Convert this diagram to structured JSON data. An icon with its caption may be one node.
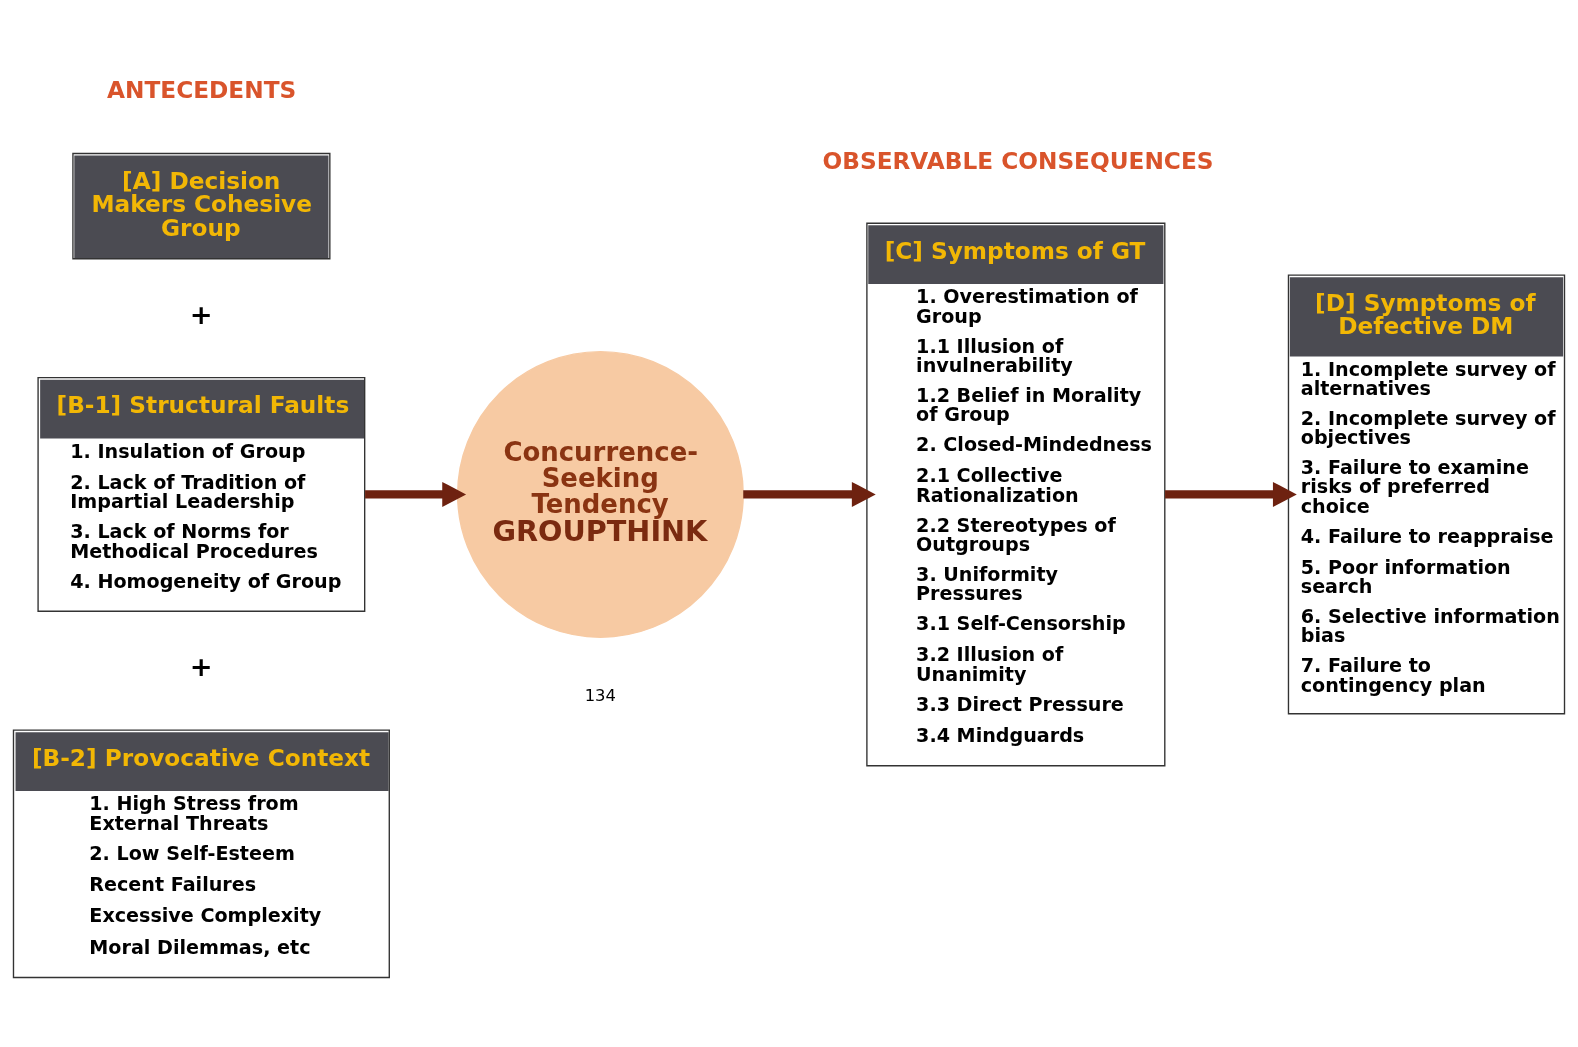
{
  "diagram": {
    "nodes": [
      {
        "text": [
          "[A] Decision Makers Cohesive Group"
        ]
      },
      {
        "text": [
          "[B-1] Structural Faults",
          "1. Insulation of Group",
          "2. Lack of Tradition of Impartial Leadership",
          "3. Lack of Norms for Methodical Procedures",
          "4. Homogeneity of Group"
        ]
      },
      {
        "text": [
          "[B-2] Provocative Context",
          "1. High Stress from External Threats",
          "2. Low Self-Esteem",
          "Recent Failures",
          "Excessive Complexity",
          "Moral Dilemmas, etc"
        ]
      },
      {
        "text": [
          "Concurrence-Seeking Tendency",
          "GROUPTHINK"
        ]
      },
      {
        "text": [
          "[C] Symptoms of GT",
          "1. Overestimation of Group",
          "1.1 Illusion of invulnerability",
          "1.2 Belief in Morality of Group",
          "2. Closed-Mindedness",
          "2.1 Collective Rationalization",
          "2.2 Stereotypes of Outgroups",
          "3. Uniformity Pressures",
          "3.1 Self-Censorship",
          "3.2 Illusion of Unanimity",
          "3.3 Direct Pressure",
          "3.4 Mindguards"
        ]
      },
      {
        "text": [
          "[D] Symptoms of Defective DM",
          "1. Incomplete survey of alternatives",
          "2. Incomplete survey of objectives",
          "3. Failure to examine risks of preferred choice",
          "4. Failure to reappraise",
          "5. Poor information search",
          "6. Selective information bias",
          "7. Failure to contingency plan"
        ]
      }
    ],
    "edges": [
      {
        "from": 1,
        "to": 3,
        "arrow": "to"
      },
      {
        "from": 3,
        "to": 4,
        "arrow": "to"
      },
      {
        "from": 4,
        "to": 5,
        "arrow": "to"
      }
    ],
    "labels": [
      "ANTECEDENTS",
      "OBSERVABLE CONSEQUENCES",
      "+",
      "+",
      "134"
    ]
  }
}
